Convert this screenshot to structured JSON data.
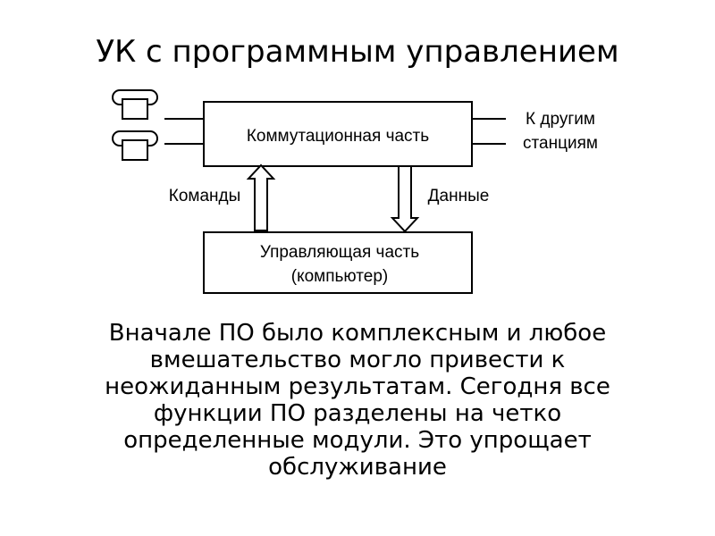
{
  "slide": {
    "title": "УК с программным управлением"
  },
  "diagram": {
    "switching_block": "Коммутационная часть",
    "control_block_line1": "Управляющая часть",
    "control_block_line2": "(компьютер)",
    "commands_label": "Команды",
    "data_label": "Данные",
    "other_stations_line1": "К другим",
    "other_stations_line2": "станциям",
    "terminal_icon": "telephone-icon"
  },
  "body": {
    "lines": [
      "Вначале ПО было комплексным и любое",
      "вмешательство могло привести к",
      "неожиданным результатам. Сегодня все",
      "функции ПО разделены на четко",
      "определенные модули. Это упрощает",
      "обслуживание"
    ]
  }
}
